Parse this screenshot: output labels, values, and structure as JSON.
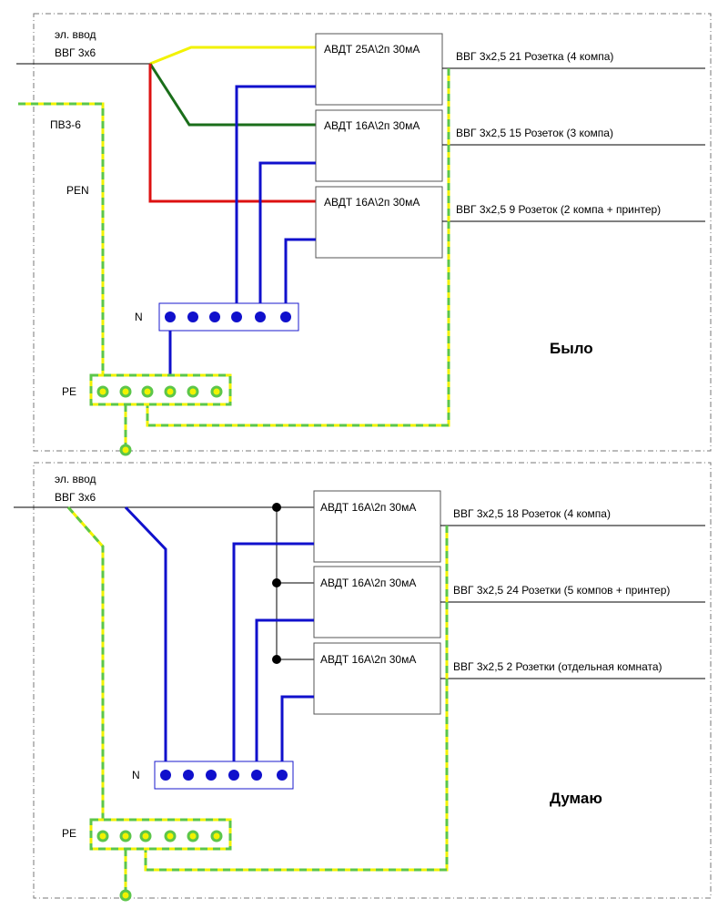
{
  "colors": {
    "phase_l1": "#f2f200",
    "phase_l2": "#1a6e1a",
    "phase_l3": "#dd1111",
    "neutral": "#1010cc",
    "pe_dash": "#5cc64a"
  },
  "top": {
    "input_label": "эл. ввод",
    "input_cable": "ВВГ 3х6",
    "pen_cable": "ПВ3-6",
    "pen_label": "PEN",
    "n_bus_label": "N",
    "pe_bus_label": "PE",
    "state_label": "Было",
    "devices": [
      {
        "label": "АВДТ 25А\\2п 30мА",
        "output": "ВВГ 3х2,5 21 Розетка (4 компа)"
      },
      {
        "label": "АВДТ 16А\\2п 30мА",
        "output": "ВВГ 3х2,5 15 Розеток (3 компа)"
      },
      {
        "label": "АВДТ 16А\\2п 30мА",
        "output": "ВВГ 3х2,5 9 Розеток (2 компа + принтер)"
      }
    ]
  },
  "bottom": {
    "input_label": "эл. ввод",
    "input_cable": "ВВГ 3х6",
    "n_bus_label": "N",
    "pe_bus_label": "PE",
    "state_label": "Думаю",
    "devices": [
      {
        "label": "АВДТ 16А\\2п 30мА",
        "output": "ВВГ 3х2,5 18 Розеток (4 компа)"
      },
      {
        "label": "АВДТ 16А\\2п 30мА",
        "output": "ВВГ 3х2,5 24 Розетки (5 компов + принтер)"
      },
      {
        "label": "АВДТ 16А\\2п 30мА",
        "output": "ВВГ 3х2,5 2 Розетки (отдельная комната)"
      }
    ]
  }
}
